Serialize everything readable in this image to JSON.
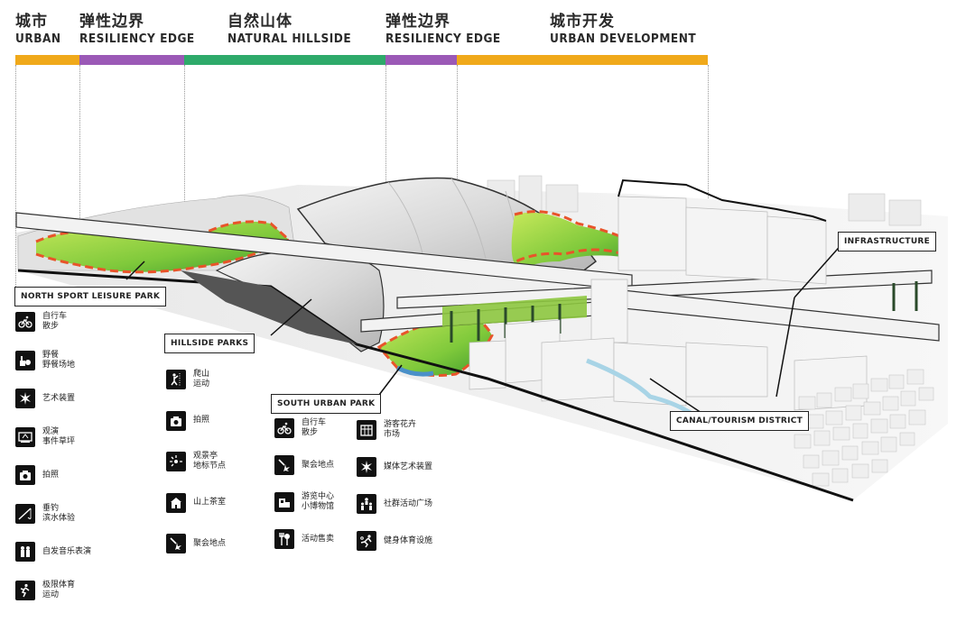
{
  "zones": [
    {
      "cn": "城市",
      "en": "URBAN",
      "color": "#f0a91a"
    },
    {
      "cn": "弹性边界",
      "en": "RESILIENCY EDGE",
      "color": "#9b59b6"
    },
    {
      "cn": "自然山体",
      "en": "NATURAL HILLSIDE",
      "color": "#2eaa6a"
    },
    {
      "cn": "弹性边界",
      "en": "RESILIENCY EDGE",
      "color": "#9b59b6"
    },
    {
      "cn": "城市开发",
      "en": "URBAN DEVELOPMENT",
      "color": "#f0a91a"
    }
  ],
  "callouts": {
    "north": "NORTH SPORT LEISURE PARK",
    "hillside": "HILLSIDE PARKS",
    "south": "SOUTH URBAN PARK",
    "infrastructure": "INFRASTRUCTURE",
    "canal": "CANAL/TOURISM DISTRICT"
  },
  "north_items": [
    {
      "icon": "bicycle-icon",
      "lines": [
        "自行车",
        "散步"
      ]
    },
    {
      "icon": "picnic-icon",
      "lines": [
        "野餐",
        "野餐场地"
      ]
    },
    {
      "icon": "art-installation-icon",
      "lines": [
        "艺术装置"
      ]
    },
    {
      "icon": "performance-icon",
      "lines": [
        "观演",
        "事件草坪"
      ]
    },
    {
      "icon": "camera-icon",
      "lines": [
        "拍照"
      ]
    },
    {
      "icon": "fishing-icon",
      "lines": [
        "垂钓",
        "滨水体验"
      ]
    },
    {
      "icon": "music-performance-icon",
      "lines": [
        "自发音乐表演"
      ]
    },
    {
      "icon": "extreme-sport-icon",
      "lines": [
        "极限体育",
        "运动"
      ]
    }
  ],
  "hillside_items": [
    {
      "icon": "climbing-icon",
      "lines": [
        "爬山",
        "运动"
      ]
    },
    {
      "icon": "camera-icon",
      "lines": [
        "拍照"
      ]
    },
    {
      "icon": "viewpoint-icon",
      "lines": [
        "观景亭",
        "地标节点"
      ]
    },
    {
      "icon": "teahouse-icon",
      "lines": [
        "山上茶室"
      ]
    },
    {
      "icon": "gathering-icon",
      "lines": [
        "聚会地点"
      ]
    }
  ],
  "south_items_left": [
    {
      "icon": "bicycle-icon",
      "lines": [
        "自行车",
        "散步"
      ]
    },
    {
      "icon": "gathering-icon",
      "lines": [
        "聚会地点"
      ]
    },
    {
      "icon": "visitor-center-icon",
      "lines": [
        "游览中心",
        "小博物馆"
      ]
    },
    {
      "icon": "vendor-icon",
      "lines": [
        "活动售卖"
      ]
    }
  ],
  "south_items_right": [
    {
      "icon": "market-icon",
      "lines": [
        "游客花卉",
        "市场"
      ]
    },
    {
      "icon": "media-art-icon",
      "lines": [
        "媒体艺术装置"
      ]
    },
    {
      "icon": "community-plaza-icon",
      "lines": [
        "社群活动广场"
      ]
    },
    {
      "icon": "fitness-icon",
      "lines": [
        "健身体育设施"
      ]
    }
  ]
}
